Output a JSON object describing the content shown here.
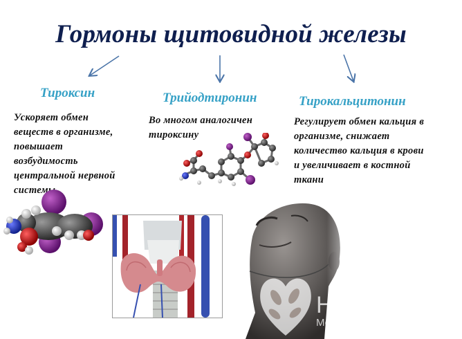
{
  "title": "Гормоны щитовидной железы",
  "hormones": [
    {
      "name": "Тироксин",
      "description_lines": [
        "Ускоряет обмен",
        "веществ в организме,",
        "повышает",
        "возбудимость",
        "центральной нервной",
        "системы"
      ]
    },
    {
      "name": "Трийодтиронин",
      "description_lines": [
        "Во многом аналогичен",
        "тироксину"
      ]
    },
    {
      "name": "Тирокальцитонин",
      "description_lines": [
        "Регулирует обмен кальция в",
        "организме, снижает",
        "количество кальция в крови",
        "и увеличивает в костной",
        "ткани"
      ]
    }
  ],
  "images": {
    "thyroxine_molecule": "space-filling-molecule-model",
    "triiodothyronine_molecule": "ball-and-stick-molecule-model",
    "thyroid_anatomy": "thyroid-gland-anatomy-illustration",
    "head": "human-head-tilted-back-illustration"
  },
  "watermark": {
    "line1": "Н",
    "line2": "Меди"
  },
  "colors": {
    "title": "#0f1f4f",
    "hormone_name": "#36a1c6",
    "description": "#111111",
    "arrow": "#4a74a8"
  }
}
